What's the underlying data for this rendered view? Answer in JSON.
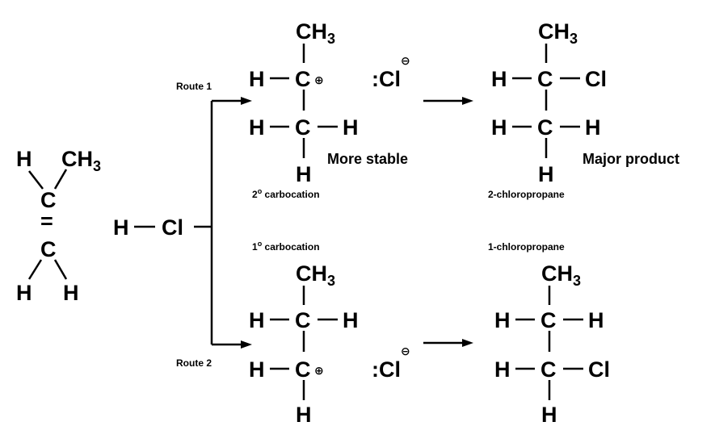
{
  "diagram": {
    "reactants": {
      "propene": {
        "atoms": {
          "h_top_left": "H",
          "ch3_top": "CH",
          "ch3_sub": "3",
          "c_upper": "C",
          "double_bond": "=",
          "c_lower": "C",
          "h_bottom_left": "H",
          "h_bottom_right": "H"
        }
      },
      "hcl": {
        "h": "H",
        "cl": "Cl"
      }
    },
    "routes": {
      "route1": {
        "label": "Route 1"
      },
      "route2": {
        "label": "Route 2"
      }
    },
    "intermediates": {
      "secondary": {
        "atoms": {
          "ch3": "CH",
          "ch3_sub": "3",
          "h_left_top": "H",
          "c_top": "C",
          "plus": "⊕",
          "h_left_mid": "H",
          "c_mid": "C",
          "h_right_mid": "H",
          "h_bottom": "H"
        },
        "chloride": {
          "colon": ":",
          "cl": "Cl",
          "charge": "⊖"
        },
        "annotation": "More stable",
        "caption_prefix": "2",
        "caption_degree": "o",
        "caption_suffix": " carbocation"
      },
      "primary": {
        "atoms": {
          "ch3": "CH",
          "ch3_sub": "3",
          "h_left_top": "H",
          "c_top": "C",
          "h_right_top": "H",
          "h_left_mid": "H",
          "c_mid": "C",
          "plus": "⊕",
          "h_bottom": "H"
        },
        "chloride": {
          "colon": ":",
          "cl": "Cl",
          "charge": "⊖"
        },
        "caption_prefix": "1",
        "caption_degree": "o",
        "caption_suffix": " carbocation"
      }
    },
    "products": {
      "two_chloropropane": {
        "atoms": {
          "ch3": "CH",
          "ch3_sub": "3",
          "h_left_top": "H",
          "c_top": "C",
          "cl": "Cl",
          "h_left_mid": "H",
          "c_mid": "C",
          "h_right_mid": "H",
          "h_bottom": "H"
        },
        "annotation": "Major product",
        "caption": "2-chloropropane"
      },
      "one_chloropropane": {
        "atoms": {
          "ch3": "CH",
          "ch3_sub": "3",
          "h_left_top": "H",
          "c_top": "C",
          "h_right_top": "H",
          "h_left_mid": "H",
          "c_mid": "C",
          "cl": "Cl",
          "h_bottom": "H"
        },
        "caption": "1-chloropropane"
      }
    }
  }
}
